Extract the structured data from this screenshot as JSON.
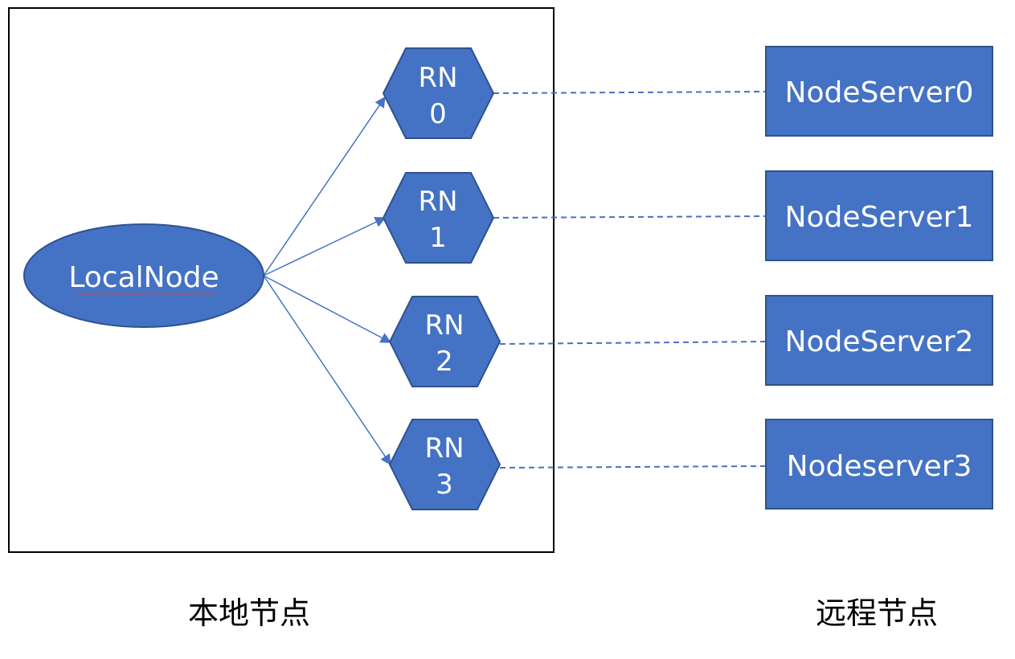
{
  "local_node": {
    "label": "LocalNode"
  },
  "remote_nodes": [
    {
      "line1": "RN",
      "line2": "0",
      "server": "NodeServer0"
    },
    {
      "line1": "RN",
      "line2": "1",
      "server": "NodeServer1"
    },
    {
      "line1": "RN",
      "line2": "2",
      "server": "NodeServer2"
    },
    {
      "line1": "RN",
      "line2": "3",
      "server": "Nodeserver3"
    }
  ],
  "captions": {
    "local": "本地节点",
    "remote": "远程节点"
  },
  "colors": {
    "fill": "#4472c4",
    "stroke": "#2f528f",
    "arrow": "#4472c4",
    "frame": "#000000"
  }
}
